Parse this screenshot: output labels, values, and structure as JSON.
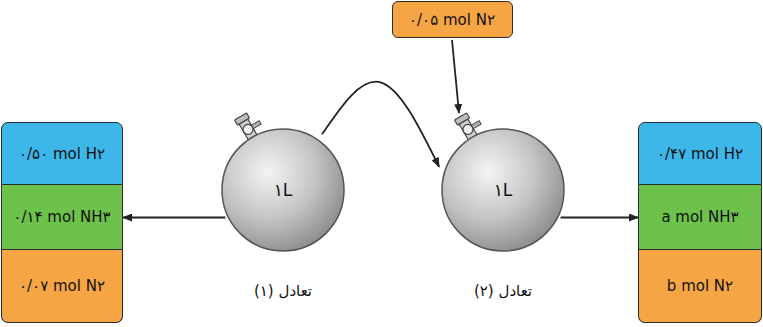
{
  "diagram": {
    "nodes": [
      {
        "text": [
          "۰/۰۵ mol N۲"
        ]
      },
      {
        "text": [
          "۰/۵۰ mol H۲"
        ]
      },
      {
        "text": [
          "۰/۱۴ mol NH۳"
        ]
      },
      {
        "text": [
          "۰/۰۷ mol N۲"
        ]
      },
      {
        "text": [
          "۱L",
          "تعادل (۱)"
        ]
      },
      {
        "text": [
          "۱L",
          "تعادل (۲)"
        ]
      },
      {
        "text": [
          "۰/۴۷ mol H۲"
        ]
      },
      {
        "text": [
          "a mol NH۳"
        ]
      },
      {
        "text": [
          "b mol N۲"
        ]
      }
    ],
    "edges": [
      {
        "from": 4,
        "to": 2,
        "arrow": "to"
      },
      {
        "from": 4,
        "to": 5,
        "arrow": "to"
      },
      {
        "from": 0,
        "to": 5,
        "arrow": "to"
      },
      {
        "from": 5,
        "to": 7,
        "arrow": "to"
      }
    ]
  }
}
